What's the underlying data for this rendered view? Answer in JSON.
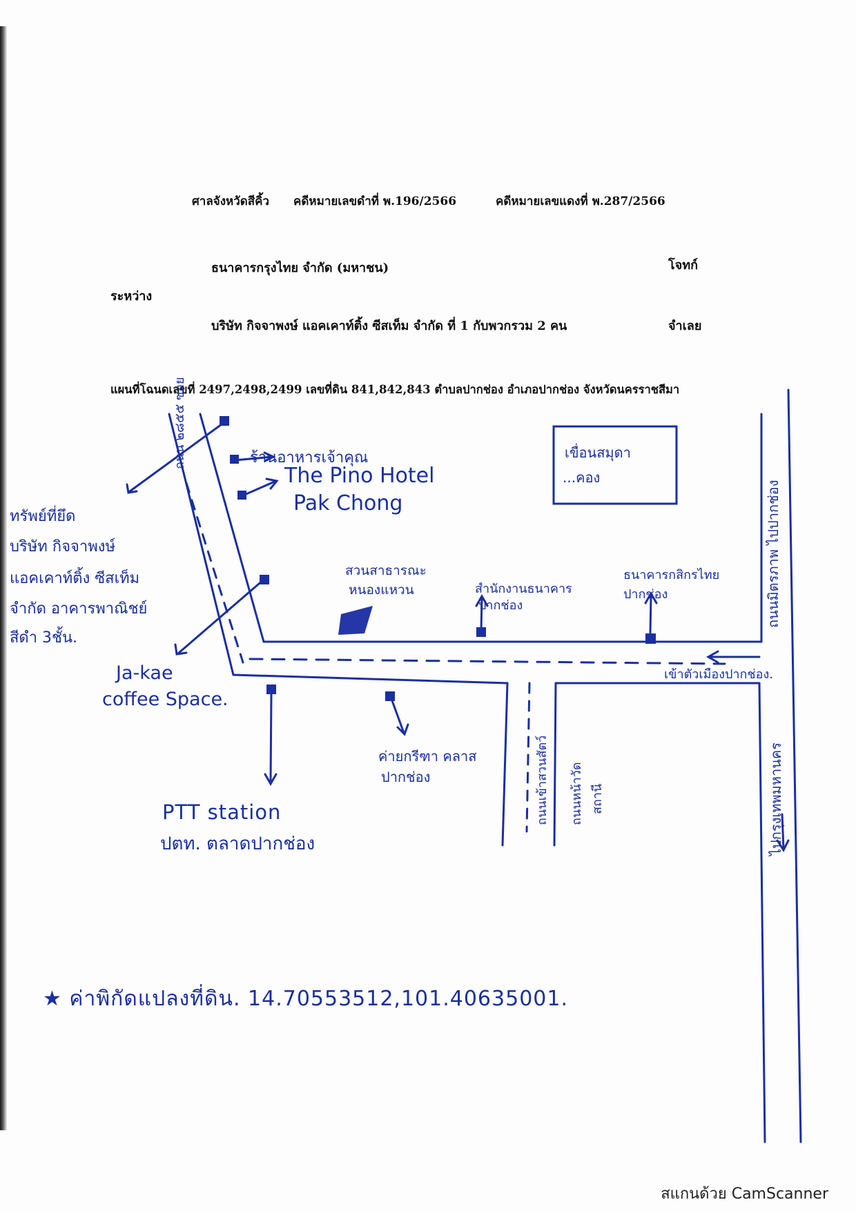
{
  "header": {
    "court": "ศาลจังหวัดสีคิ้ว",
    "black_case": "คดีหมายเลขดำที่ พ.196/2566",
    "red_case": "คดีหมายเลขแดงที่ พ.287/2566"
  },
  "parties": {
    "plaintiff_name": "ธนาคารกรุงไทย จำกัด (มหาชน)",
    "plaintiff_role": "โจทก์",
    "between": "ระหว่าง",
    "defendant_name": "บริษัท กิจจาพงษ์ แอคเคาท์ติ้ง ซีสเท็ม จำกัด ที่ 1 กับพวกรวม 2 คน",
    "defendant_role": "จำเลย"
  },
  "map_title": "แผนที่โฉนดเลขที่ 2497,2498,2499 เลขที่ดิน 841,842,843 ตำบลปากช่อง อำเภอปากช่อง จังหวัดนครราชสีมา",
  "map_labels": {
    "left_road": "ถนน ๒๘๕๕ ซอย",
    "restaurant": "ร้านอาหารเจ้าคุณ",
    "hotel_line1": "The Pino Hotel",
    "hotel_line2": "Pak Chong",
    "property_line1": "ทรัพย์ที่ยึด",
    "property_line2": "บริษัท กิจจาพงษ์",
    "property_line3": "แอคเคาท์ติ้ง ซีสเท็ม",
    "property_line4": "จำกัด อาคารพาณิชย์",
    "property_line5": "สีดำ 3ชั้น.",
    "cafe_line1": "Ja-kae",
    "cafe_line2": "coffee Space.",
    "ptt_line1": "PTT station",
    "ptt_line2": "ปตท. ตลาดปากช่อง",
    "box_line1": "เขื่อนสมุดา",
    "box_line2": "...คอง",
    "park_line1": "สวนสาธารณะ",
    "park_line2": "หนองแหวน",
    "temple_line1": "สำนักงานธนาคาร",
    "temple_line2": "ปากช่อง",
    "bank_line1": "ธนาคารกสิกรไทย",
    "bank_line2": "ปากช่อง",
    "shop_line1": "ค่ายกรีฑา คลาส",
    "shop_line2": "ปากช่อง",
    "right_road": "ถนนมิตรภาพ ไปปากช่อง",
    "right_road2": "ไปกรุงเทพมหานคร",
    "entrance": "เข้าตัวเมืองปากช่อง.",
    "soi_road": "ถนนเข้าสวนสัตว์",
    "soi_road2": "ถนนหน้าวัด",
    "station": "สถานี",
    "coordinates": "★ ค่าพิกัดแปลงที่ดิน. 14.70553512,101.40635001."
  },
  "footer": "สแกนด้วย CamScanner",
  "colors": {
    "ink": "#1a2fa0",
    "print": "#111111"
  }
}
